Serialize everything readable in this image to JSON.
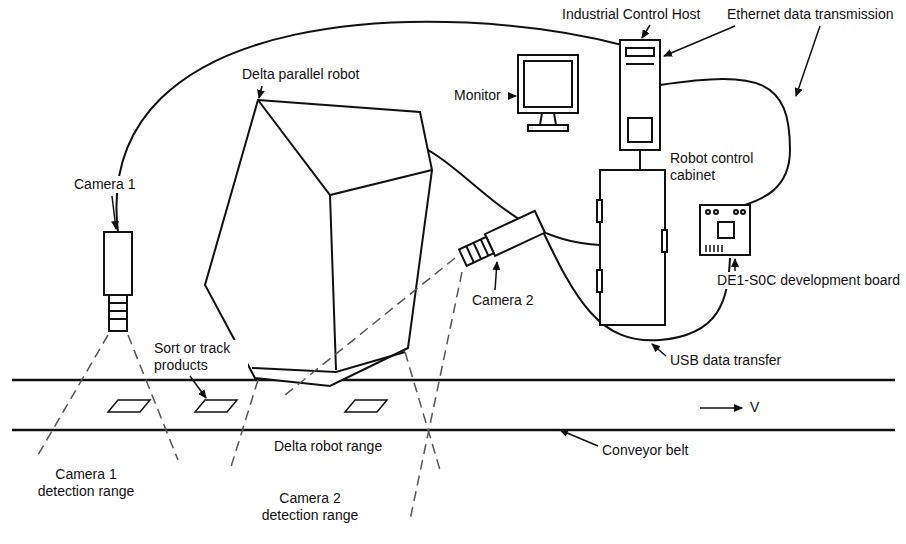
{
  "diagram": {
    "labels": [
      "Ethernet data transmission",
      "Industrial Control Host",
      "Delta parallel robot",
      "Monitor",
      "Robot control cabinet",
      "Camera 1",
      "Sort or track products",
      "DE1-S0C development board",
      "Camera 2",
      "USB data transfer",
      "V",
      "Conveyor belt",
      "Delta robot range",
      "Camera 1 detection range",
      "Camera 2 detection range"
    ]
  }
}
